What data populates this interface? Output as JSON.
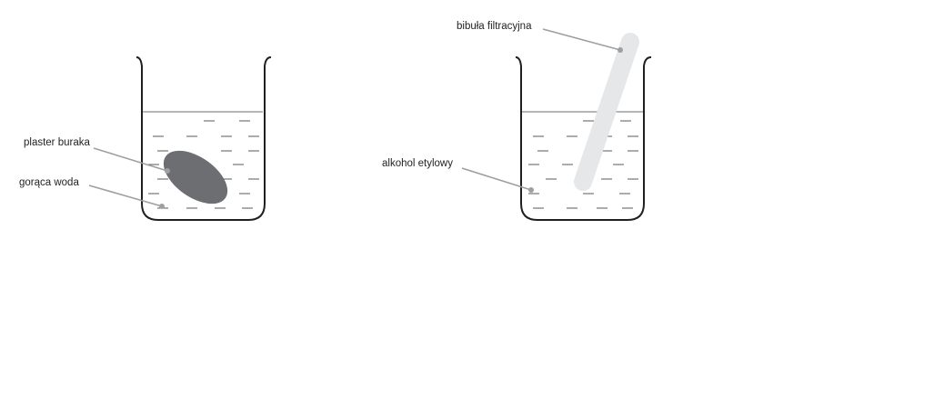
{
  "left_beaker": {
    "label_slice": "plaster buraka",
    "label_water": "gorąca woda",
    "slice_color": "#6d6e72"
  },
  "right_beaker": {
    "label_paper": "bibuła filtracyjna",
    "label_alcohol": "alkohol etylowy",
    "paper_color": "#e6e7e8"
  },
  "colors": {
    "outline": "#231f20",
    "leader": "#9d9fa2",
    "dash": "#58595b"
  }
}
